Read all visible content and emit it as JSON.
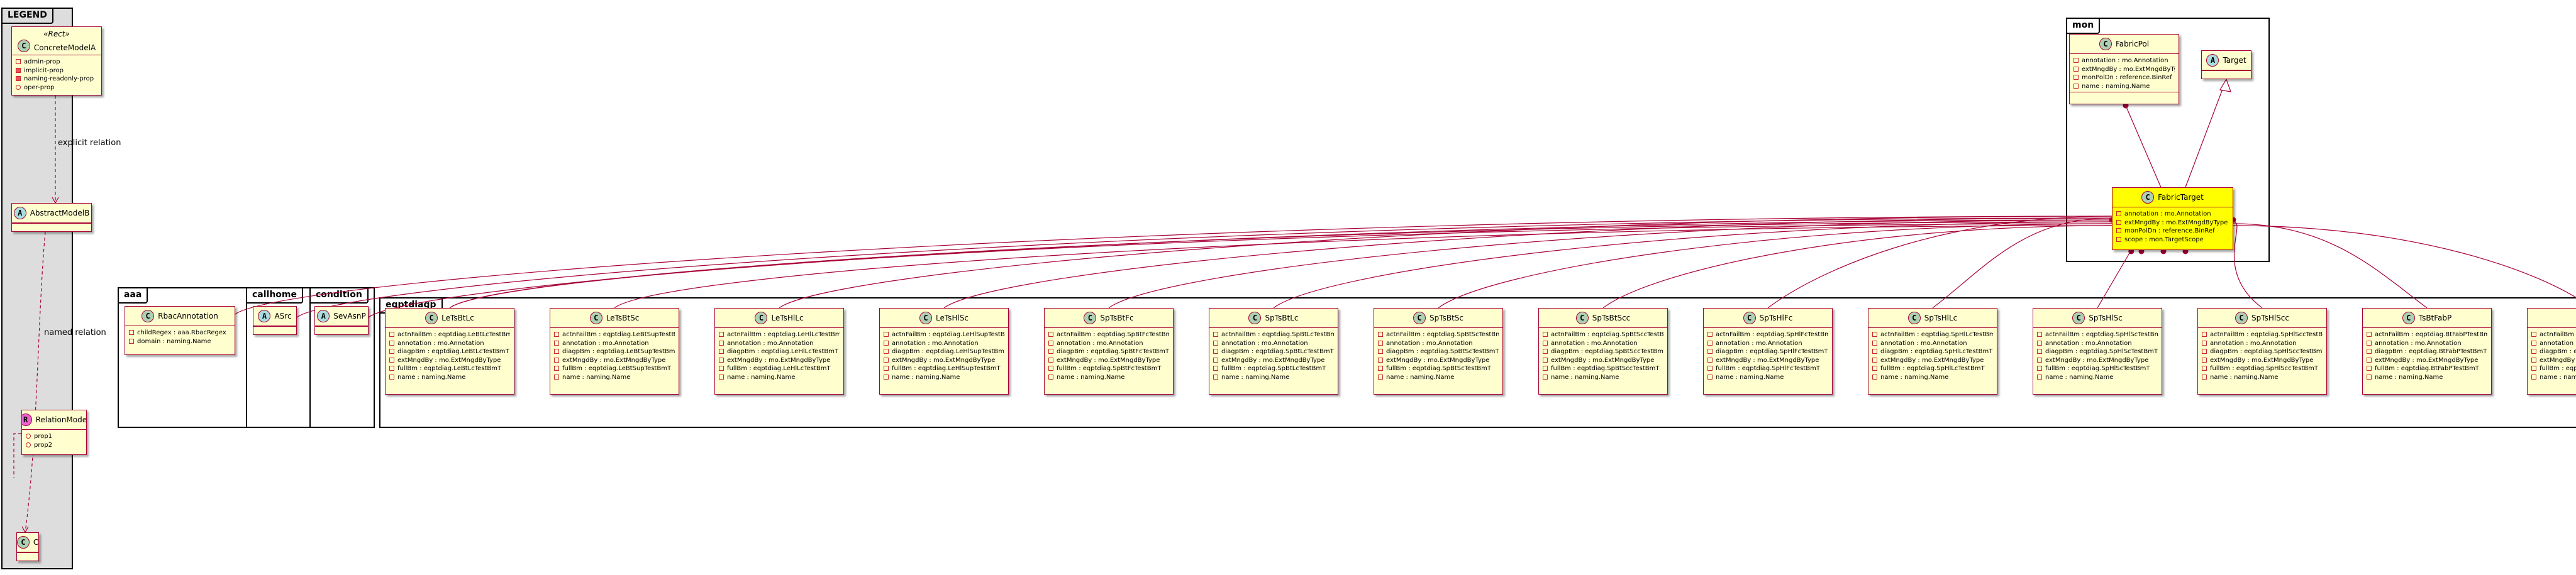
{
  "packages": {
    "legend": "LEGEND",
    "mon": "mon",
    "aaa": "aaa",
    "callhome": "callhome",
    "condition": "condition",
    "eqptdiagp": "eqptdiagp"
  },
  "legend": {
    "concrete": {
      "stereotype": "«Rect»",
      "badge": "C",
      "name": "ConcreteModelA",
      "attrs": [
        "admin-prop",
        "implicit-prop",
        "naming-readonly-prop",
        "oper-prop"
      ]
    },
    "abstract": {
      "badge": "A",
      "name": "AbstractModelB"
    },
    "relation": {
      "badge": "R",
      "name": "RelationModel",
      "attrs": [
        "prop1",
        "prop2"
      ]
    },
    "c": {
      "badge": "C",
      "name": "C"
    },
    "explicit_label": "explicit relation",
    "named_label": "named relation"
  },
  "mon": {
    "fabricpol": {
      "badge": "C",
      "name": "FabricPol",
      "attrs": [
        "annotation : mo.Annotation",
        "extMngdBy : mo.ExtMngdByType",
        "monPolDn : reference.BinRef",
        "name : naming.Name"
      ]
    },
    "target": {
      "badge": "A",
      "name": "Target"
    },
    "fabrictarget": {
      "badge": "C",
      "name": "FabricTarget",
      "attrs": [
        "annotation : mo.Annotation",
        "extMngdBy : mo.ExtMngdByType",
        "monPolDn : reference.BinRef",
        "scope : mon.TargetScope"
      ]
    }
  },
  "aaa": {
    "badge": "C",
    "name": "RbacAnnotation",
    "attrs": [
      "childRegex : aaa.RbacRegex",
      "domain : naming.Name"
    ]
  },
  "callhome": {
    "badge": "A",
    "name": "ASrc"
  },
  "condition": {
    "badge": "A",
    "name": "SevAsnP"
  },
  "eqpt": [
    {
      "name": "LeTsBtLc",
      "attrs": [
        "actnFailBm : eqptdiag.LeBtLcTestBmT",
        "annotation : mo.Annotation",
        "diagpBm : eqptdiag.LeBtLcTestBmT",
        "extMngdBy : mo.ExtMngdByType",
        "fullBm : eqptdiag.LeBtLcTestBmT",
        "name : naming.Name"
      ]
    },
    {
      "name": "LeTsBtSc",
      "attrs": [
        "actnFailBm : eqptdiag.LeBtSupTestBmT",
        "annotation : mo.Annotation",
        "diagpBm : eqptdiag.LeBtSupTestBmT",
        "extMngdBy : mo.ExtMngdByType",
        "fullBm : eqptdiag.LeBtSupTestBmT",
        "name : naming.Name"
      ]
    },
    {
      "name": "LeTsHlLc",
      "attrs": [
        "actnFailBm : eqptdiag.LeHlLcTestBmT",
        "annotation : mo.Annotation",
        "diagpBm : eqptdiag.LeHlLcTestBmT",
        "extMngdBy : mo.ExtMngdByType",
        "fullBm : eqptdiag.LeHlLcTestBmT",
        "name : naming.Name"
      ]
    },
    {
      "name": "LeTsHlSc",
      "attrs": [
        "actnFailBm : eqptdiag.LeHlSupTestBmT",
        "annotation : mo.Annotation",
        "diagpBm : eqptdiag.LeHlSupTestBmT",
        "extMngdBy : mo.ExtMngdByType",
        "fullBm : eqptdiag.LeHlSupTestBmT",
        "name : naming.Name"
      ]
    },
    {
      "name": "SpTsBtFc",
      "attrs": [
        "actnFailBm : eqptdiag.SpBtFcTestBmT",
        "annotation : mo.Annotation",
        "diagpBm : eqptdiag.SpBtFcTestBmT",
        "extMngdBy : mo.ExtMngdByType",
        "fullBm : eqptdiag.SpBtFcTestBmT",
        "name : naming.Name"
      ]
    },
    {
      "name": "SpTsBtLc",
      "attrs": [
        "actnFailBm : eqptdiag.SpBtLcTestBmT",
        "annotation : mo.Annotation",
        "diagpBm : eqptdiag.SpBtLcTestBmT",
        "extMngdBy : mo.ExtMngdByType",
        "fullBm : eqptdiag.SpBtLcTestBmT",
        "name : naming.Name"
      ]
    },
    {
      "name": "SpTsBtSc",
      "attrs": [
        "actnFailBm : eqptdiag.SpBtScTestBmT",
        "annotation : mo.Annotation",
        "diagpBm : eqptdiag.SpBtScTestBmT",
        "extMngdBy : mo.ExtMngdByType",
        "fullBm : eqptdiag.SpBtScTestBmT",
        "name : naming.Name"
      ]
    },
    {
      "name": "SpTsBtScc",
      "attrs": [
        "actnFailBm : eqptdiag.SpBtSccTestBmT",
        "annotation : mo.Annotation",
        "diagpBm : eqptdiag.SpBtSccTestBmT",
        "extMngdBy : mo.ExtMngdByType",
        "fullBm : eqptdiag.SpBtSccTestBmT",
        "name : naming.Name"
      ]
    },
    {
      "name": "SpTsHlFc",
      "attrs": [
        "actnFailBm : eqptdiag.SpHlFcTestBmT",
        "annotation : mo.Annotation",
        "diagpBm : eqptdiag.SpHlFcTestBmT",
        "extMngdBy : mo.ExtMngdByType",
        "fullBm : eqptdiag.SpHlFcTestBmT",
        "name : naming.Name"
      ]
    },
    {
      "name": "SpTsHlLc",
      "attrs": [
        "actnFailBm : eqptdiag.SpHlLcTestBmT",
        "annotation : mo.Annotation",
        "diagpBm : eqptdiag.SpHlLcTestBmT",
        "extMngdBy : mo.ExtMngdByType",
        "fullBm : eqptdiag.SpHlLcTestBmT",
        "name : naming.Name"
      ]
    },
    {
      "name": "SpTsHlSc",
      "attrs": [
        "actnFailBm : eqptdiag.SpHlScTestBmT",
        "annotation : mo.Annotation",
        "diagpBm : eqptdiag.SpHlScTestBmT",
        "extMngdBy : mo.ExtMngdByType",
        "fullBm : eqptdiag.SpHlScTestBmT",
        "name : naming.Name"
      ]
    },
    {
      "name": "SpTsHlScc",
      "attrs": [
        "actnFailBm : eqptdiag.SpHlSccTestBmT",
        "annotation : mo.Annotation",
        "diagpBm : eqptdiag.SpHlSccTestBmT",
        "extMngdBy : mo.ExtMngdByType",
        "fullBm : eqptdiag.SpHlSccTestBmT",
        "name : naming.Name"
      ]
    },
    {
      "name": "TsBtFabP",
      "attrs": [
        "actnFailBm : eqptdiag.BtFabPTestBmT",
        "annotation : mo.Annotation",
        "diagpBm : eqptdiag.BtFabPTestBmT",
        "extMngdBy : mo.ExtMngdByType",
        "fullBm : eqptdiag.BtFabPTestBmT",
        "name : naming.Name"
      ]
    },
    {
      "name": "",
      "attrs": [
        "actnFailBm : eqptdiag.",
        "annotation : mo.",
        "diagpBm : eqptdiag.",
        "extMngdBy : mo.",
        "fullBm : eqptdiag.",
        "name : naming."
      ]
    }
  ],
  "colors": {
    "class_fill": "#FEFECE",
    "class_border": "#A80036",
    "highlight": "#FFFF00",
    "legend_bg": "#DDDDDD"
  }
}
